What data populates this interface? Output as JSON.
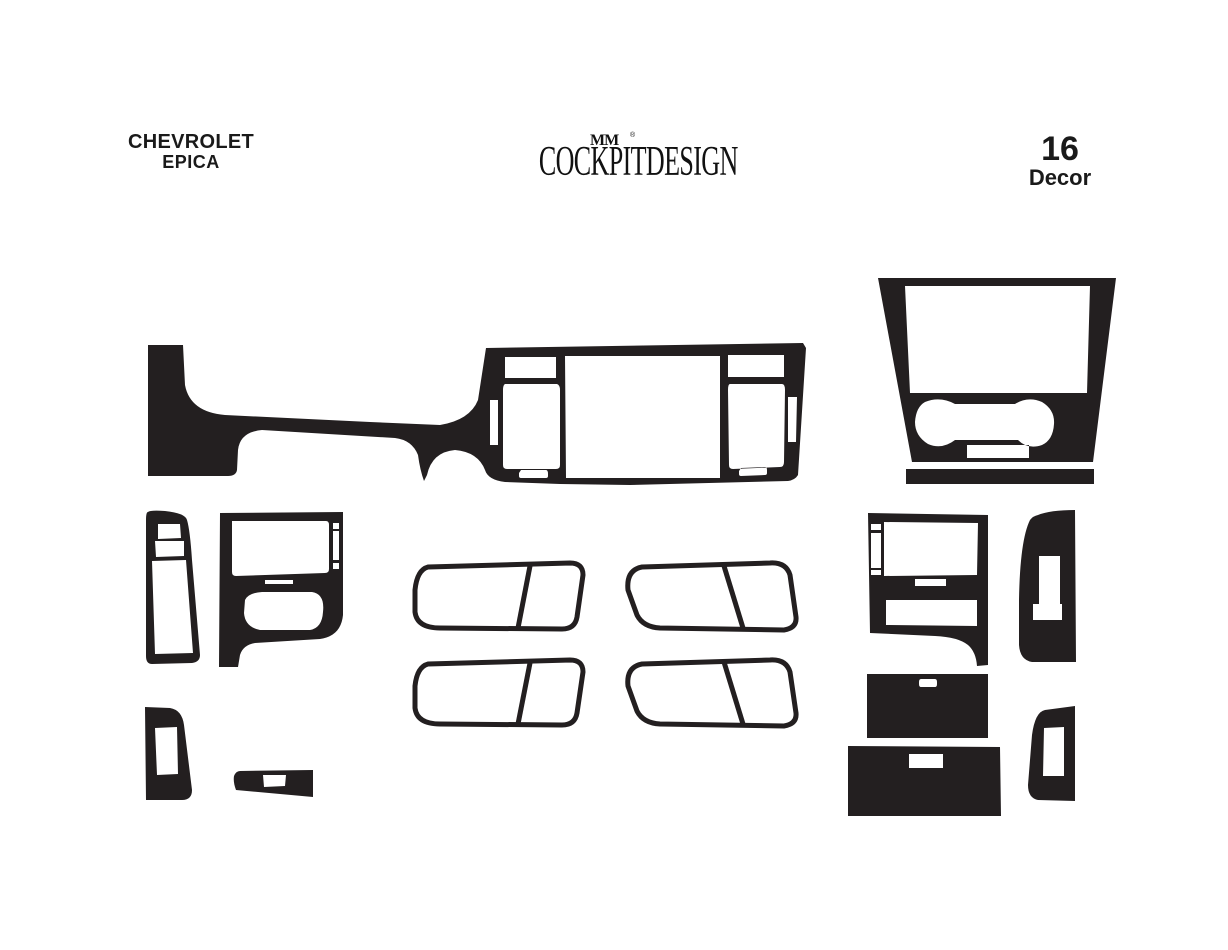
{
  "header": {
    "vehicle_make": "CHEVROLET",
    "vehicle_model": "EPICA",
    "brand_logo_text": "COCKPITDESIGN",
    "brand_mark": "MM",
    "brand_registered": "®",
    "piece_count": "16",
    "piece_count_label": "Decor"
  },
  "colors": {
    "background": "#ffffff",
    "part_fill": "#231f20",
    "text": "#1a1a1a"
  },
  "parts": [
    {
      "id": "dashboard-long-panel",
      "label": "Dashboard strip with center console frame"
    },
    {
      "id": "center-stack-trapezoid",
      "label": "Center stack frame with screen and climate cutouts"
    },
    {
      "id": "center-stack-bottom-strip",
      "label": "Bottom strip below center stack"
    },
    {
      "id": "left-vent-panel",
      "label": "Left vent surround"
    },
    {
      "id": "left-console-panel",
      "label": "Left console panel"
    },
    {
      "id": "door-handle-front-left",
      "label": "Door handle surround front left"
    },
    {
      "id": "door-handle-front-right",
      "label": "Door handle surround front right"
    },
    {
      "id": "door-handle-rear-left",
      "label": "Door handle surround rear left"
    },
    {
      "id": "door-handle-rear-right",
      "label": "Door handle surround rear right"
    },
    {
      "id": "right-console-panel",
      "label": "Right console panel"
    },
    {
      "id": "right-window-switch-panel",
      "label": "Right window switch panel"
    },
    {
      "id": "left-small-switch-panel",
      "label": "Left small switch panel"
    },
    {
      "id": "small-switch-strip",
      "label": "Small switch strip"
    },
    {
      "id": "glovebox-upper-panel",
      "label": "Upper glovebox panel"
    },
    {
      "id": "glovebox-lower-panel",
      "label": "Lower glovebox panel"
    },
    {
      "id": "right-small-switch-panel",
      "label": "Right small switch panel"
    }
  ]
}
